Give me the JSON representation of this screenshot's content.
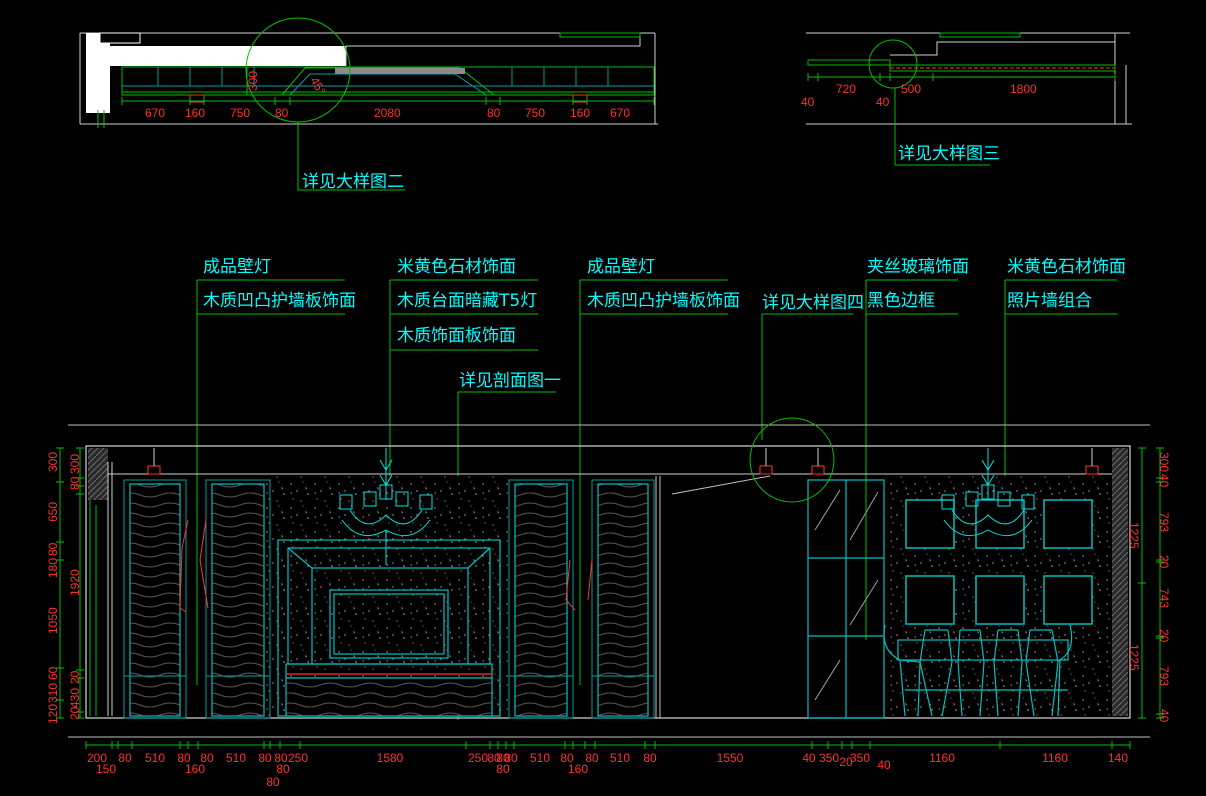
{
  "labels": {
    "detail_2": "详见大样图二",
    "detail_3": "详见大样图三",
    "lamp_1": "成品壁灯",
    "wood_panel_1": "木质凹凸护墙板饰面",
    "stone_1": "米黄色石材饰面",
    "t5_light": "木质台面暗藏T5灯",
    "wood_face": "木质饰面板饰面",
    "section_1": "详见剖面图一",
    "lamp_2": "成品壁灯",
    "wood_panel_2": "木质凹凸护墙板饰面",
    "detail_4": "详见大样图四",
    "glass": "夹丝玻璃饰面",
    "black_frame": "黑色边框",
    "stone_2": "米黄色石材饰面",
    "photo_wall": "照片墙组合"
  },
  "plan_left_dims": [
    "670",
    "160",
    "750",
    "80",
    "2080",
    "80",
    "750",
    "160",
    "670"
  ],
  "plan_left_extra": {
    "height": "300",
    "angle": "45°"
  },
  "plan_right_dims": [
    "40",
    "720",
    "40",
    "500",
    "1800"
  ],
  "elev_bottom_dims_row1": [
    "200",
    "80",
    "510",
    "80",
    "80",
    "510",
    "80",
    "80",
    "250",
    "1580",
    "250",
    "80",
    "80",
    "80",
    "510",
    "80",
    "80",
    "510",
    "80",
    "1550",
    "40",
    "350",
    "350",
    "1160",
    "1160",
    "140"
  ],
  "elev_bottom_dims_row2": [
    "150",
    "160",
    "80",
    "80",
    "20",
    "40",
    "160"
  ],
  "elev_bottom_dims_row3": [
    "80"
  ],
  "elev_left_outer": [
    "300",
    "650",
    "180",
    "1050",
    "310",
    "120"
  ],
  "elev_left_inner": [
    "300",
    "80",
    "80",
    "1920",
    "60",
    "20",
    "430",
    "20"
  ],
  "elev_right_inner": [
    "300",
    "40",
    "793",
    "20",
    "743",
    "20",
    "793",
    "40"
  ],
  "elev_right_outer": [
    "1225",
    "1225"
  ]
}
